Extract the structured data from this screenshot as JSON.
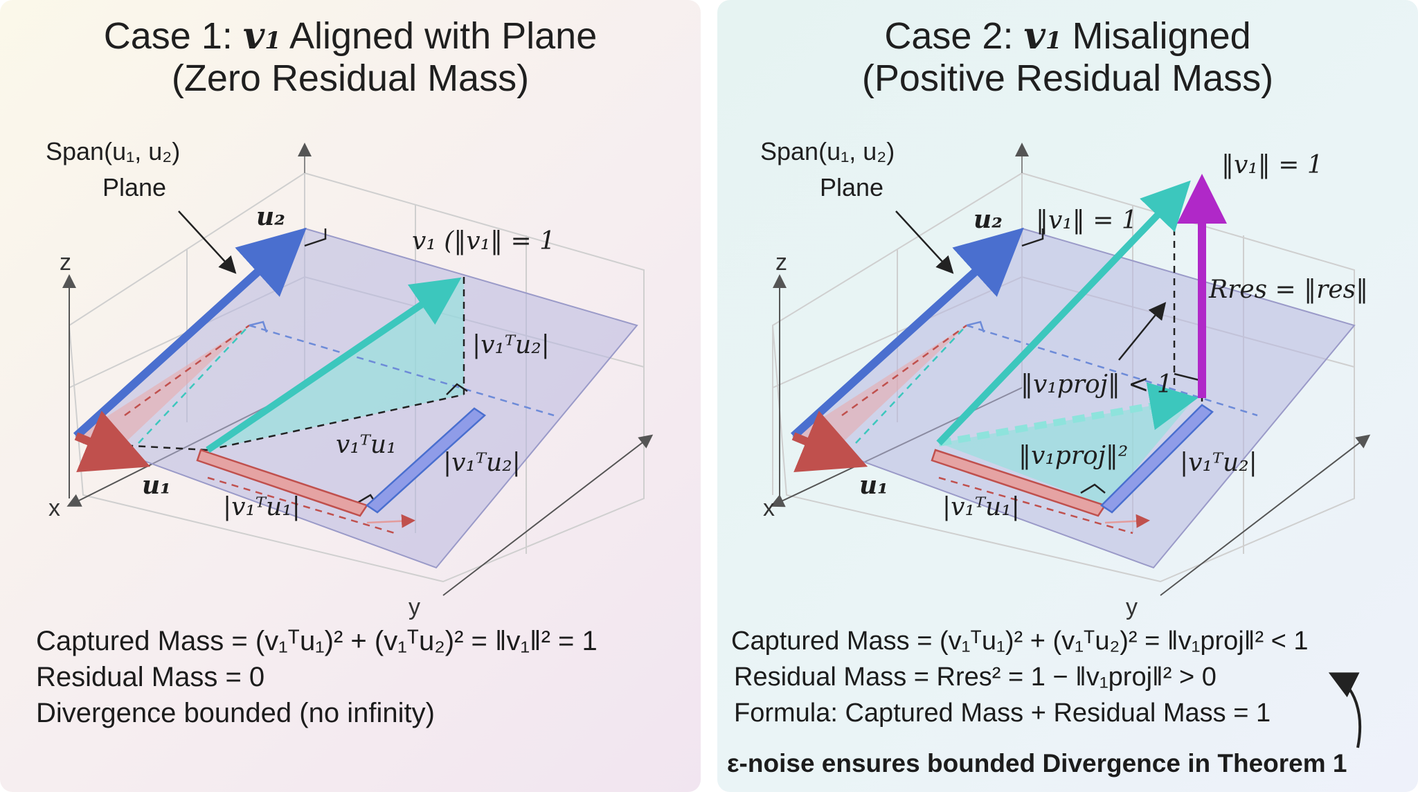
{
  "panels": [
    {
      "title_line1_prefix": "Case 1: ",
      "title_var": "v",
      "title_var_sub": "1",
      "title_line1_suffix": " Aligned with Plane",
      "title_line2": "(Zero Residual Mass)",
      "plane_label_line1": "Span(u₁, u₂)",
      "plane_label_line2": "Plane",
      "u1_label": "u₁",
      "u2_label": "u₂",
      "v1_label": "v₁ (‖v₁‖ = 1",
      "proj_u2_vertical": "|v₁ᵀu₂|",
      "proj_u1_inner": "v₁ᵀu₁",
      "proj_u1_outer": "|v₁ᵀu₁|",
      "proj_u2_outer": "|v₁ᵀu₂|",
      "axis_z": "z",
      "axis_x": "x",
      "axis_y": "y",
      "formula_captured": "Captured Mass = (v₁ᵀu₁)² + (v₁ᵀu₂)² = ‖v₁‖² = 1",
      "formula_residual": "Residual Mass = 0",
      "formula_divergence": "Divergence bounded (no infinity)"
    },
    {
      "title_line1_prefix": "Case 2: ",
      "title_var": "v",
      "title_var_sub": "1",
      "title_line1_suffix": " Misaligned",
      "title_line2": "(Positive Residual Mass)",
      "plane_label_line1": "Span(u₁, u₂)",
      "plane_label_line2": "Plane",
      "u1_label": "u₁",
      "u2_label": "u₂",
      "v1_norm_top": "‖v₁‖ = 1",
      "v1_norm_mid": "‖v₁‖ = 1",
      "r_res_label": "Rres = ‖res‖",
      "proj_norm_lt1": "‖v₁proj‖ < 1",
      "proj_norm_sq": "‖v₁proj‖²",
      "proj_u1_outer": "|v₁ᵀu₁|",
      "proj_u2_outer": "|v₁ᵀu₂|",
      "axis_z": "z",
      "axis_x": "x",
      "axis_y": "y",
      "formula_captured": "Captured Mass = (v₁ᵀu₁)² + (v₁ᵀu₂)² = ‖v₁proj‖² < 1",
      "formula_residual": "Residual Mass = Rres² = 1 − ‖v₁proj‖² > 0",
      "formula_sum": "Formula: Captured Mass + Residual Mass = 1",
      "epsilon_note": "ε-noise ensures bounded Divergence in Theorem 1"
    }
  ],
  "colors": {
    "u1": "#c0504d",
    "u2": "#4a6fcf",
    "v1": "#3cc7bd",
    "residual": "#b028c8",
    "plane": "#b8b8e0"
  }
}
